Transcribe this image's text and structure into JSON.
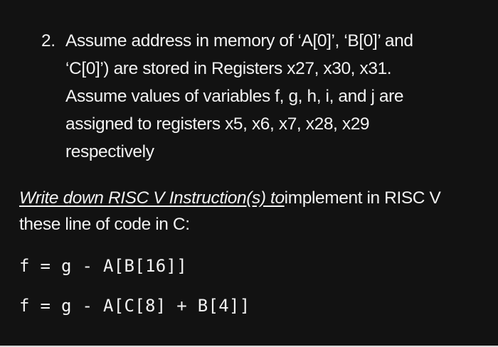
{
  "question": {
    "number": "2.",
    "lines": [
      "Assume address in memory of ‘A[0]’, ‘B[0]’ and",
      "‘C[0]’) are stored in Registers x27, x30, x31.",
      "Assume values of variables f, g, h, i, and j are",
      "assigned to registers x5, x6, x7, x28, x29",
      "respectively"
    ]
  },
  "instruction": {
    "emphasis": "Write down RISC V Instruction(s) to",
    "rest_line1": "implement in RISC V",
    "line2": "these line of code in C:"
  },
  "code": [
    "f = g - A[B[16]]",
    "f = g - A[C[8] + B[4]]"
  ],
  "colors": {
    "background": "#121212",
    "text": "#f2f2f2"
  }
}
